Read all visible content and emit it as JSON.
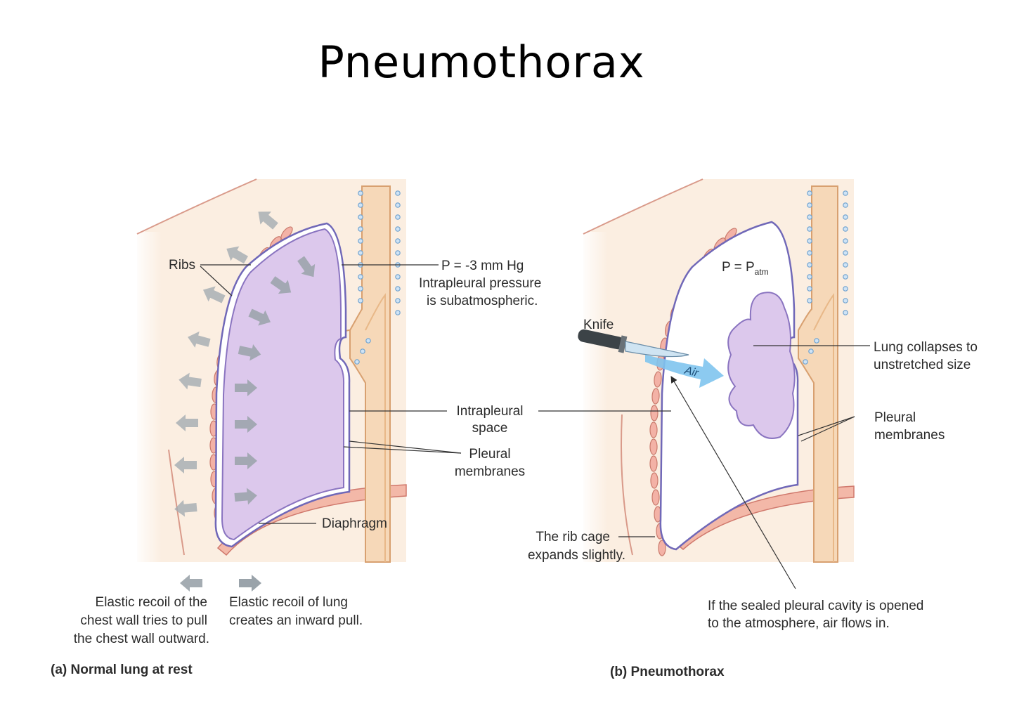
{
  "title": "Pneumothorax",
  "panel_a": {
    "caption": "(a) Normal lung at rest",
    "labels": {
      "ribs": "Ribs",
      "pressure_eq": "P = -3 mm Hg",
      "pressure_desc_1": "Intrapleural pressure",
      "pressure_desc_2": "is subatmospheric.",
      "intrapleural_1": "Intrapleural",
      "intrapleural_2": "space",
      "pleural_1": "Pleural",
      "pleural_2": "membranes",
      "diaphragm": "Diaphragm",
      "recoil_wall_1": "Elastic recoil of the",
      "recoil_wall_2": "chest wall tries to pull",
      "recoil_wall_3": "the chest wall outward.",
      "recoil_lung_1": "Elastic recoil of lung",
      "recoil_lung_2": "creates an inward pull."
    }
  },
  "panel_b": {
    "caption": "(b) Pneumothorax",
    "labels": {
      "p_prefix": "P = P",
      "p_sub": "atm",
      "knife": "Knife",
      "air": "Air",
      "lung_collapse_1": "Lung collapses to",
      "lung_collapse_2": "unstretched size",
      "pleural_1": "Pleural",
      "pleural_2": "membranes",
      "ribcage_1": "The rib cage",
      "ribcage_2": "expands slightly.",
      "opened_1": "If the sealed pleural cavity is opened",
      "opened_2": "to the atmosphere, air flows in."
    }
  },
  "colors": {
    "tissue": "#fbeee1",
    "lung": "#dcc8ec",
    "lung_edge": "#8a74c0",
    "rib": "#f0a8a0",
    "airway": "#f6d8b8",
    "arrow_gray": "#9aa3aa",
    "air_blue": "#7fc4ee"
  }
}
